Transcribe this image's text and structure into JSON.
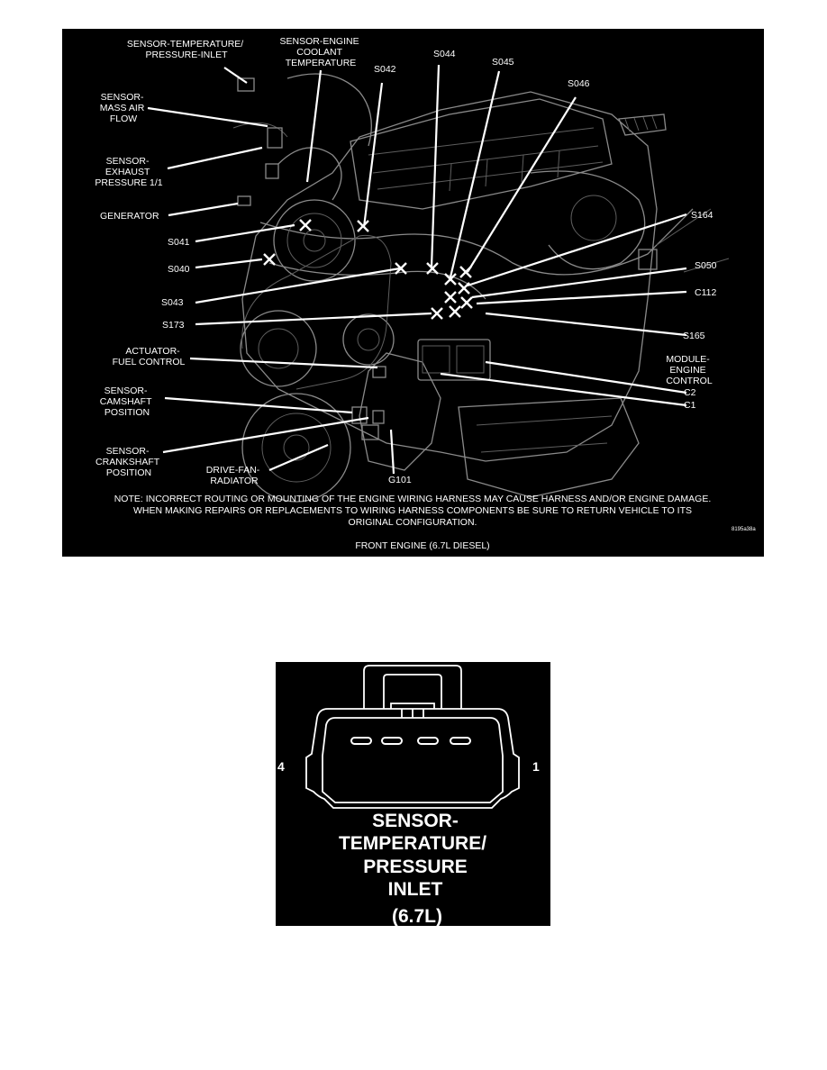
{
  "engine_figure": {
    "labels": {
      "sensor_temp_pressure_inlet": [
        "SENSOR-TEMPERATURE/",
        "PRESSURE-INLET"
      ],
      "sensor_engine_coolant_temp": [
        "SENSOR-ENGINE",
        "COOLANT",
        "TEMPERATURE"
      ],
      "sensor_mass_air_flow": [
        "SENSOR-",
        "MASS AIR",
        "FLOW"
      ],
      "sensor_exhaust_pressure": [
        "SENSOR-",
        "EXHAUST",
        "PRESSURE 1/1"
      ],
      "generator": [
        "GENERATOR"
      ],
      "s041": [
        "S041"
      ],
      "s040": [
        "S040"
      ],
      "s043": [
        "S043"
      ],
      "s173": [
        "S173"
      ],
      "actuator_fuel_control": [
        "ACTUATOR-",
        "FUEL CONTROL"
      ],
      "sensor_camshaft_position": [
        "SENSOR-",
        "CAMSHAFT",
        "POSITION"
      ],
      "sensor_crankshaft_position": [
        "SENSOR-",
        "CRANKSHAFT",
        "POSITION"
      ],
      "drive_fan_radiator": [
        "DRIVE-FAN-",
        "RADIATOR"
      ],
      "g101": [
        "G101"
      ],
      "s042": [
        "S042"
      ],
      "s044": [
        "S044"
      ],
      "s045": [
        "S045"
      ],
      "s046": [
        "S046"
      ],
      "s164": [
        "S164"
      ],
      "s050": [
        "S050"
      ],
      "c112": [
        "C112"
      ],
      "s165": [
        "S165"
      ],
      "module_engine_control": [
        "MODULE-",
        "ENGINE",
        "CONTROL"
      ],
      "c2": [
        "C2"
      ],
      "c1": [
        "C1"
      ]
    },
    "note_lines": [
      "NOTE: INCORRECT ROUTING OR MOUNTING OF THE ENGINE WIRING HARNESS MAY CAUSE HARNESS AND/OR ENGINE DAMAGE.",
      "WHEN MAKING REPAIRS OR REPLACEMENTS TO WIRING HARNESS COMPONENTS BE SURE TO RETURN VEHICLE TO ITS",
      "ORIGINAL CONFIGURATION."
    ],
    "figure_id": "8195a38a",
    "caption": "FRONT ENGINE  (6.7L DIESEL)"
  },
  "connector_figure": {
    "pin_left": "4",
    "pin_right": "1",
    "title_lines": [
      "SENSOR-",
      "TEMPERATURE/",
      "PRESSURE",
      "INLET",
      "(6.7L)"
    ]
  }
}
